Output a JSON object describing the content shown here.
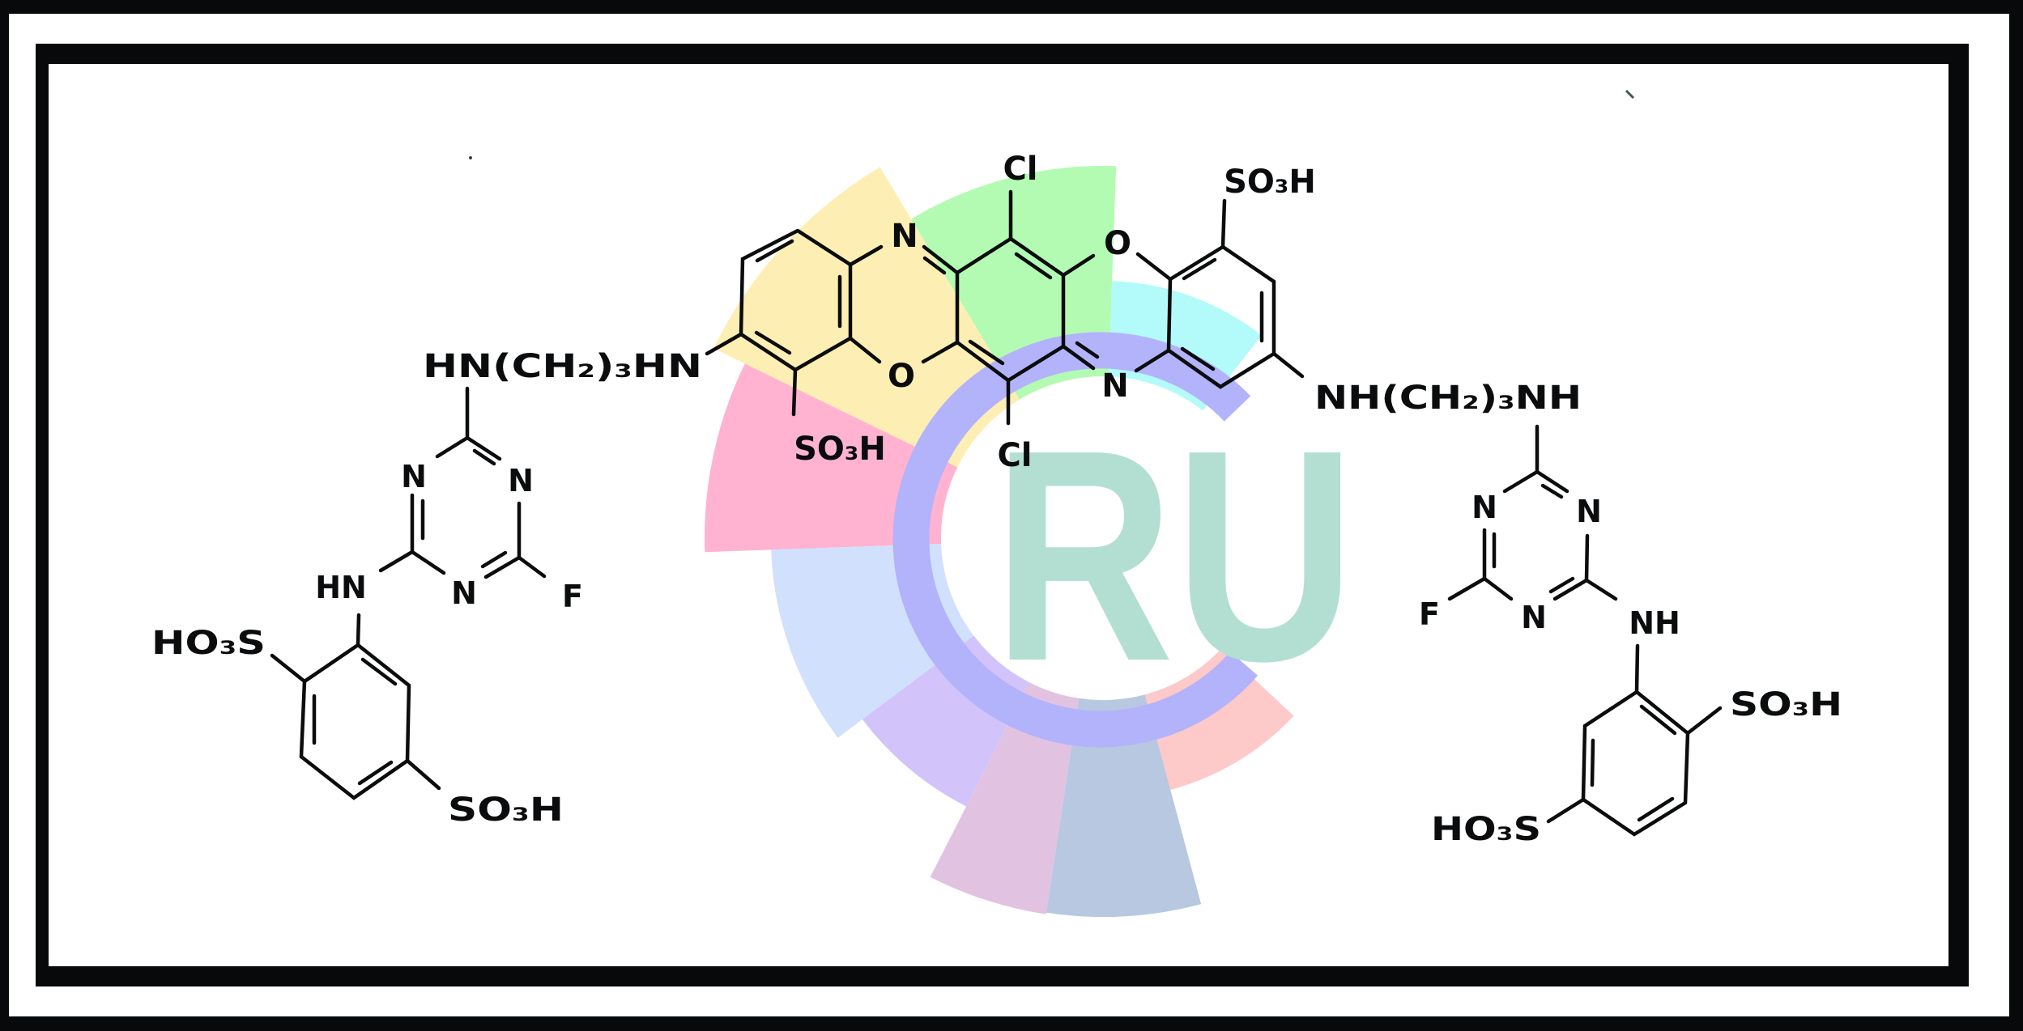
{
  "figure": {
    "type": "chemical-structure",
    "description": "Reactive dye structure with triphenodioxazine core and two fluorotriazinyl arms, overlaid with a watermark logo"
  },
  "colors": {
    "frame": "#07090b",
    "background": "#ffffff",
    "ink": "#0b0c0d",
    "logo_ring": "#b3b3fb",
    "logo_text": "#b3dfd3",
    "wedges": {
      "pink": "#ffb3d1",
      "yellow": "#fdeeb3",
      "green": "#b3fbb3",
      "cyan": "#b3fbfb",
      "light_blue": "#d1e1fd",
      "lavender": "#d3c3fb",
      "mauve": "#e1c3e1",
      "blue_gray": "#b8c8e1",
      "salmon": "#fdc9c9"
    }
  },
  "logo": {
    "text": "RU"
  },
  "core": {
    "ring1_n": "N",
    "ring1_o": "O",
    "ring1_so3h": "SO₃H",
    "ring2_cl_top": "Cl",
    "ring2_cl_bottom": "Cl",
    "ring3_o": "O",
    "ring3_n": "N",
    "ring3_so3h": "SO₃H"
  },
  "left_arm": {
    "linker": "HN(CH₂)₃HN",
    "triazine_n1": "N",
    "triazine_n2": "N",
    "triazine_n3": "N",
    "fluoro": "F",
    "amine": "HN",
    "sulfo_upper": "HO₃S",
    "sulfo_lower": "SO₃H"
  },
  "right_arm": {
    "linker": "NH(CH₂)₃NH",
    "triazine_n1": "N",
    "triazine_n2": "N",
    "triazine_n3": "N",
    "fluoro": "F",
    "amine": "NH",
    "sulfo_upper": "SO₃H",
    "sulfo_lower": "HO₃S"
  }
}
